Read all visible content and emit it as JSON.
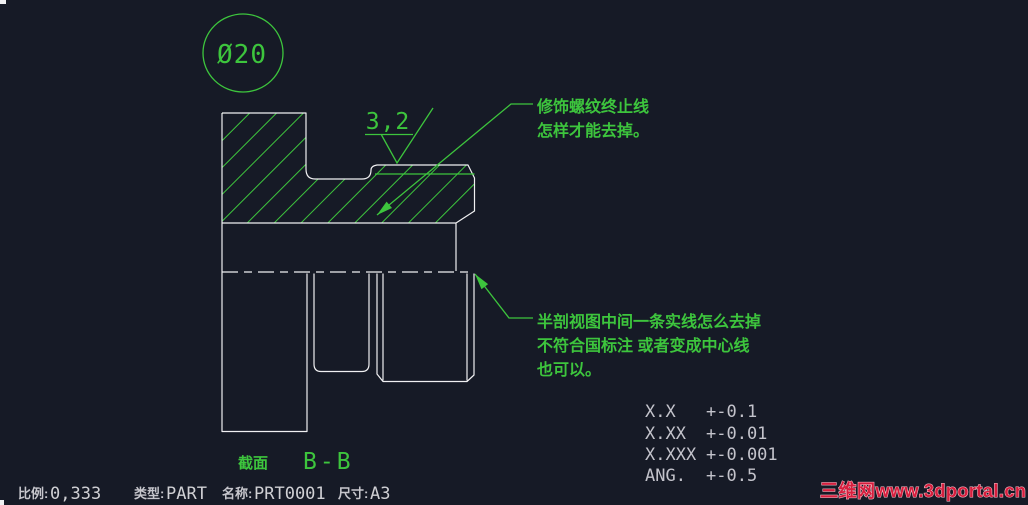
{
  "balloon": {
    "label": "Ø20"
  },
  "roughness": {
    "value": "3,2"
  },
  "thread_note": {
    "line1": "修饰螺纹终止线",
    "line2": "怎样才能去掉。"
  },
  "half_section_note": {
    "line1": "半剖视图中间一条实线怎么去掉",
    "line2": "不符合国标注  或者变成中心线",
    "line3": "也可以。"
  },
  "tolerance_table": {
    "rows": [
      {
        "dim": "X.X",
        "tol": "+-0.1"
      },
      {
        "dim": "X.XX",
        "tol": "+-0.01"
      },
      {
        "dim": "X.XXX",
        "tol": "+-0.001"
      },
      {
        "dim": "ANG.",
        "tol": "+-0.5"
      }
    ]
  },
  "section_label": {
    "prefix": "截面",
    "name": "B-B"
  },
  "status_bar": {
    "items": [
      {
        "label": "比例:",
        "value": "0,333"
      },
      {
        "label": "类型:",
        "value": "PART"
      },
      {
        "label": "名称:",
        "value": "PRT0001"
      },
      {
        "label": "尺寸:",
        "value": "A3"
      }
    ]
  },
  "watermark": {
    "text": "三维网www.3dportal.cn"
  },
  "colors": {
    "background": "#161a26",
    "geometry_line": "#f0f0f2",
    "entity_green": "#3dc53d",
    "muted_text": "#c3c3cb",
    "watermark_red": "#d61f3e"
  }
}
